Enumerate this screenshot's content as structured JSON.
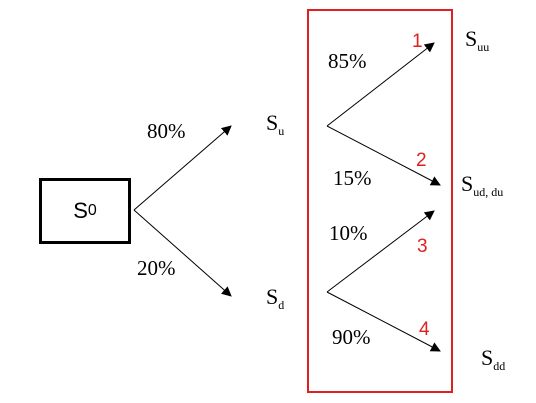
{
  "diagram": {
    "root": {
      "base": "S",
      "sub": "0"
    },
    "level1": [
      {
        "base": "S",
        "sub": "u",
        "prob": "80%"
      },
      {
        "base": "S",
        "sub": "d",
        "prob": "20%"
      }
    ],
    "level2": [
      {
        "base": "S",
        "sub": "uu",
        "prob": "85%",
        "num": "1"
      },
      {
        "base": "S",
        "sub": "ud, du",
        "prob": "15%",
        "num": "2"
      },
      {
        "prob": "10%",
        "num": "3"
      },
      {
        "base": "S",
        "sub": "dd",
        "prob": "90%",
        "num": "4"
      }
    ],
    "colors": {
      "line": "#000000",
      "highlight": "#e02020",
      "numbers": "#e02020"
    }
  }
}
